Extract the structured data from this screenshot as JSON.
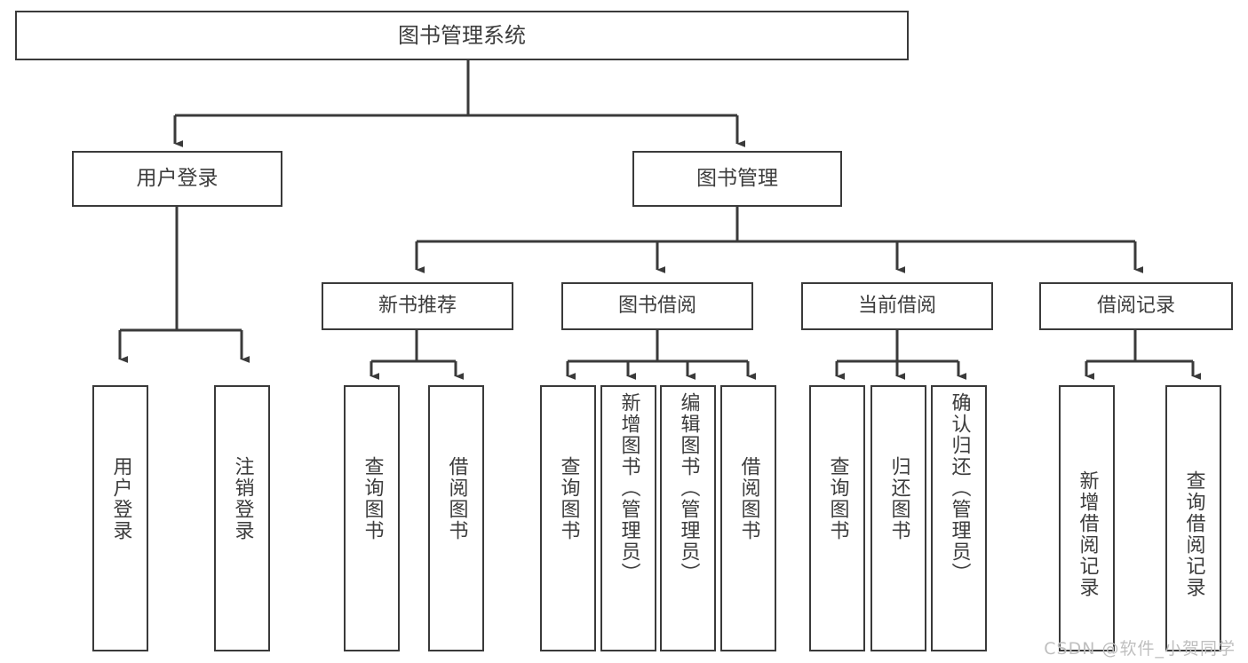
{
  "diagram": {
    "title": "图书管理系统",
    "type": "tree-hierarchy",
    "colors": {
      "box_border": "#3a3a3a",
      "box_fill": "#ffffff",
      "connector": "#3a3a3a",
      "text": "#3d3d3d",
      "watermark": "#bfbfbf",
      "background": "#ffffff"
    },
    "root": {
      "label": "图书管理系统"
    },
    "level2": [
      {
        "label": "用户登录"
      },
      {
        "label": "图书管理"
      }
    ],
    "level3": [
      {
        "label": "新书推荐"
      },
      {
        "label": "图书借阅"
      },
      {
        "label": "当前借阅"
      },
      {
        "label": "借阅记录"
      }
    ],
    "leaves": {
      "user_login": [
        {
          "label": "用户登录"
        },
        {
          "label": "注销登录"
        }
      ],
      "new_book_recommend": [
        {
          "label": "查询图书"
        },
        {
          "label": "借阅图书"
        }
      ],
      "book_borrow": [
        {
          "label": "查询图书"
        },
        {
          "label": "新增图书（管理员）"
        },
        {
          "label": "编辑图书（管理员）"
        },
        {
          "label": "借阅图书"
        }
      ],
      "current_borrow": [
        {
          "label": "查询图书"
        },
        {
          "label": "归还图书"
        },
        {
          "label": "确认归还（管理员）"
        }
      ],
      "borrow_record": [
        {
          "label": "新增借阅记录"
        },
        {
          "label": "查询借阅记录"
        }
      ]
    },
    "watermark": "CSDN @软件_小贺同学"
  }
}
